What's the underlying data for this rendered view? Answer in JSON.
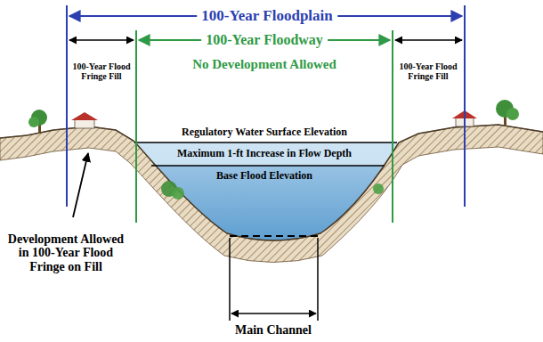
{
  "diagram": {
    "labels": [
      "100-Year Floodplain",
      "100-Year Floodway",
      "No Development Allowed",
      "100-Year Flood Fringe Fill",
      "100-Year Flood Fringe Fill",
      "Regulatory Water Surface Elevation",
      "Maximum 1-ft Increase in Flow Depth",
      "Base Flood Elevation",
      "Development Allowed in 100-Year Flood Fringe on Fill",
      "Main Channel"
    ]
  }
}
